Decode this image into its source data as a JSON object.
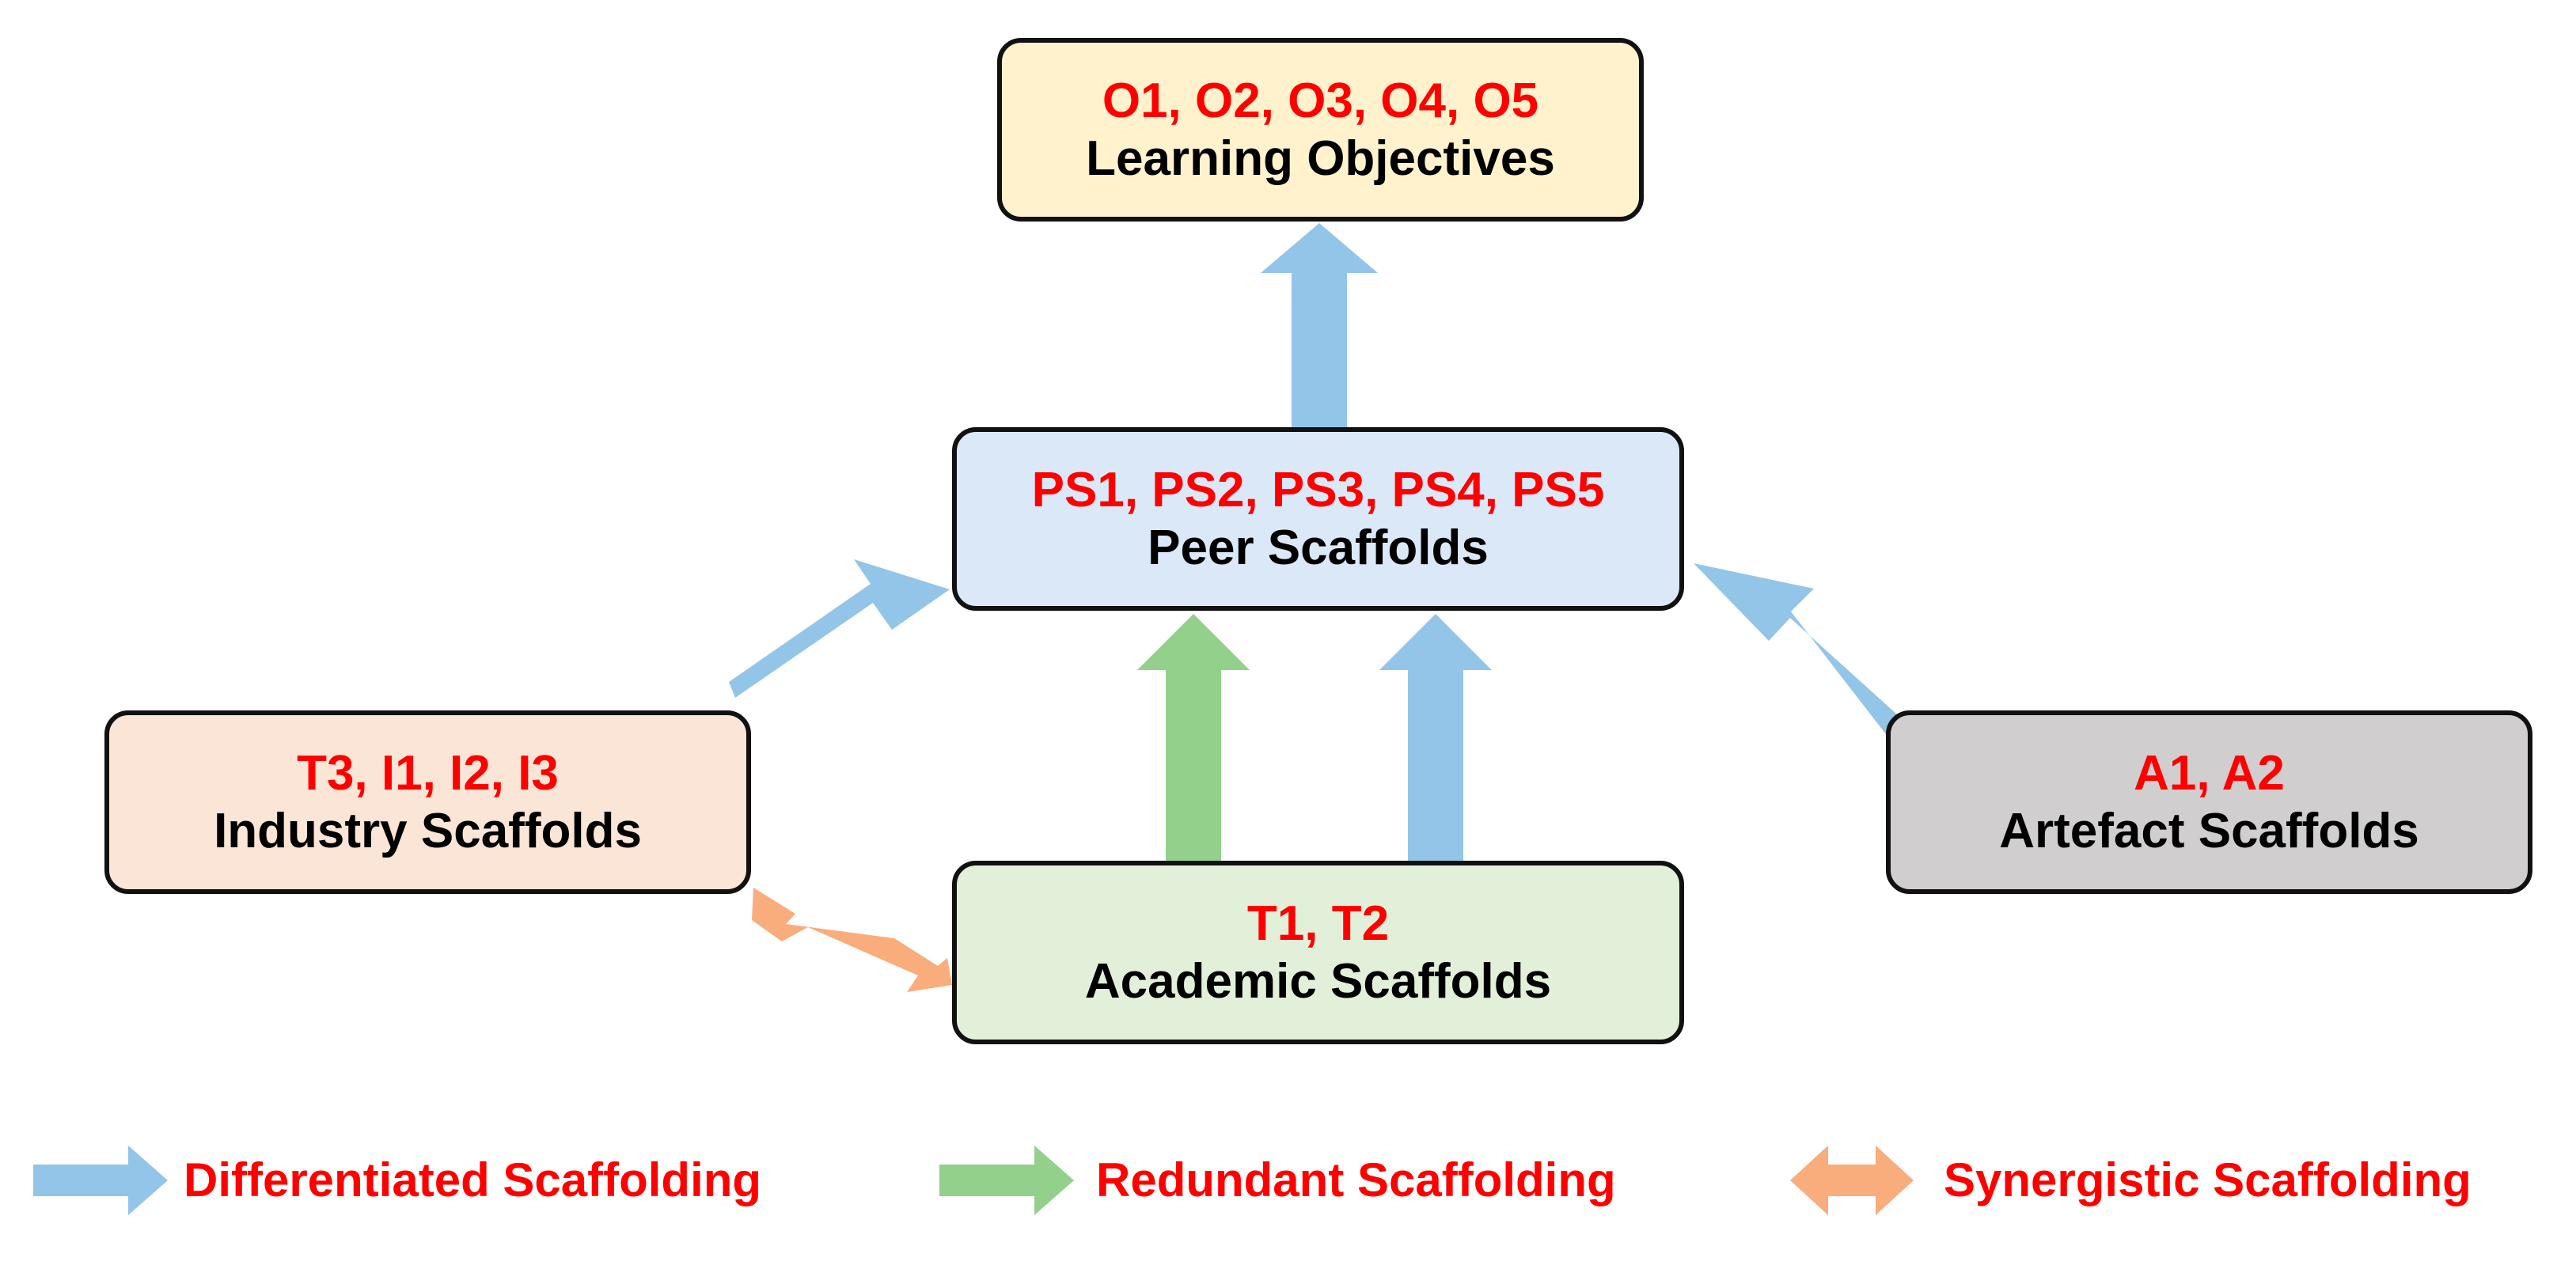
{
  "colors": {
    "differentiated": "#93c5e8",
    "redundant": "#93d08c",
    "synergistic": "#f9ac7c",
    "label_red": "#ff0000",
    "objectives_fill": "#fff2cc",
    "peer_fill": "#dae8f8",
    "industry_fill": "#fbe5d6",
    "academic_fill": "#e2f0d9",
    "artefact_fill": "#d0cece"
  },
  "nodes": {
    "objectives": {
      "codes": "O1, O2, O3, O4, O5",
      "name": "Learning Objectives"
    },
    "peer": {
      "codes": "PS1, PS2, PS3, PS4, PS5",
      "name": "Peer Scaffolds"
    },
    "industry": {
      "codes": "T3, I1, I2, I3",
      "name": "Industry Scaffolds"
    },
    "academic": {
      "codes": "T1, T2",
      "name": "Academic Scaffolds"
    },
    "artefact": {
      "codes": "A1, A2",
      "name": "Artefact Scaffolds"
    }
  },
  "edges": [
    {
      "from": "peer",
      "to": "objectives",
      "type": "differentiated"
    },
    {
      "from": "industry",
      "to": "peer",
      "type": "differentiated"
    },
    {
      "from": "academic",
      "to": "peer",
      "type": "redundant"
    },
    {
      "from": "academic",
      "to": "peer",
      "type": "differentiated"
    },
    {
      "from": "artefact",
      "to": "peer",
      "type": "differentiated"
    },
    {
      "from": "industry",
      "to": "academic",
      "type": "synergistic",
      "bidirectional": true
    }
  ],
  "legend": [
    {
      "type": "differentiated",
      "label": "Differentiated Scaffolding"
    },
    {
      "type": "redundant",
      "label": "Redundant Scaffolding"
    },
    {
      "type": "synergistic",
      "label": "Synergistic Scaffolding"
    }
  ]
}
